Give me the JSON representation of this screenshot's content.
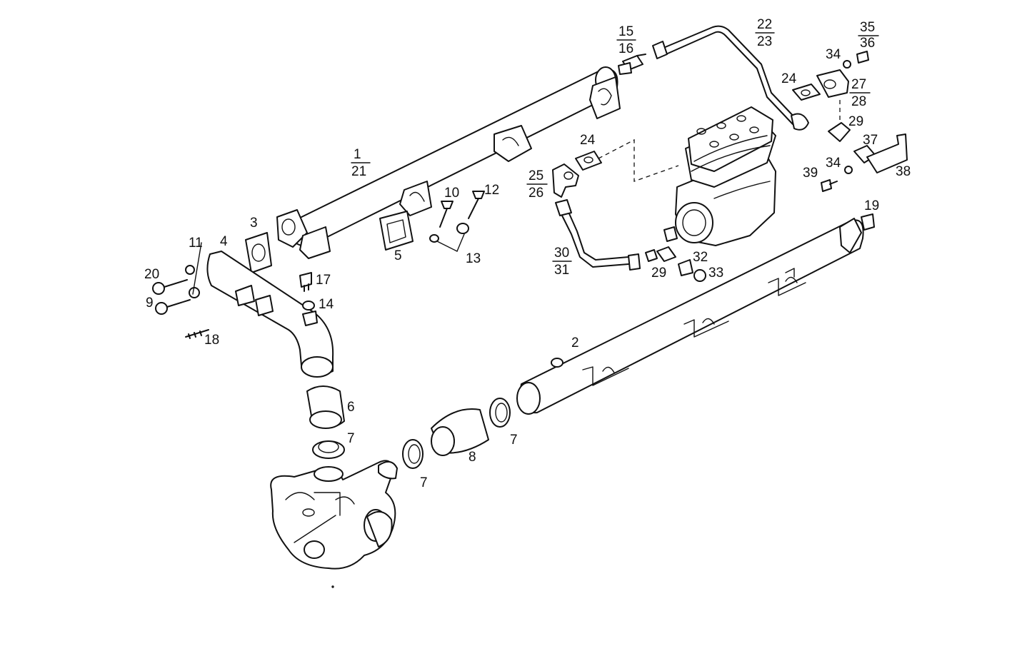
{
  "callouts": {
    "c1": "1",
    "c21": "21",
    "c2": "2",
    "c3": "3",
    "c4": "4",
    "c5": "5",
    "c6": "6",
    "c7a": "7",
    "c7b": "7",
    "c7c": "7",
    "c8": "8",
    "c9": "9",
    "c10": "10",
    "c11": "11",
    "c12": "12",
    "c13": "13",
    "c14": "14",
    "c15": "15",
    "c16": "16",
    "c17": "17",
    "c18": "18",
    "c19": "19",
    "c20": "20",
    "c22": "22",
    "c23": "23",
    "c24a": "24",
    "c24b": "24",
    "c25": "25",
    "c26": "26",
    "c27": "27",
    "c28": "28",
    "c29a": "29",
    "c29b": "29",
    "c30": "30",
    "c31": "31",
    "c32": "32",
    "c33": "33",
    "c34a": "34",
    "c34b": "34",
    "c35": "35",
    "c36": "36",
    "c37": "37",
    "c38": "38",
    "c39": "39"
  }
}
